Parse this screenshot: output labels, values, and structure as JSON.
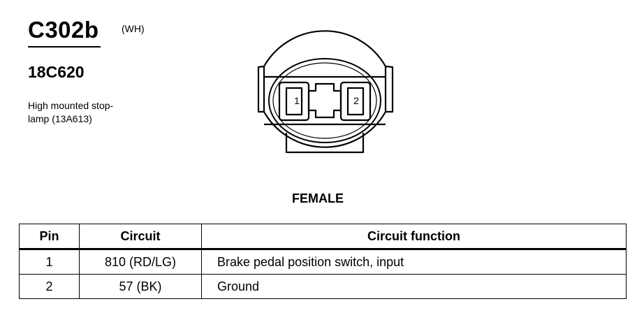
{
  "connector": {
    "id": "C302b",
    "color_code": "(WH)",
    "part_number": "18C620",
    "description": "High mounted stop-\nlamp (13A613)",
    "gender_label": "FEMALE",
    "pin_labels": [
      "1",
      "2"
    ]
  },
  "table": {
    "headers": [
      "Pin",
      "Circuit",
      "Circuit function"
    ],
    "rows": [
      {
        "pin": "1",
        "circuit": "810 (RD/LG)",
        "function": "Brake pedal position switch, input"
      },
      {
        "pin": "2",
        "circuit": "57 (BK)",
        "function": "Ground"
      }
    ]
  }
}
